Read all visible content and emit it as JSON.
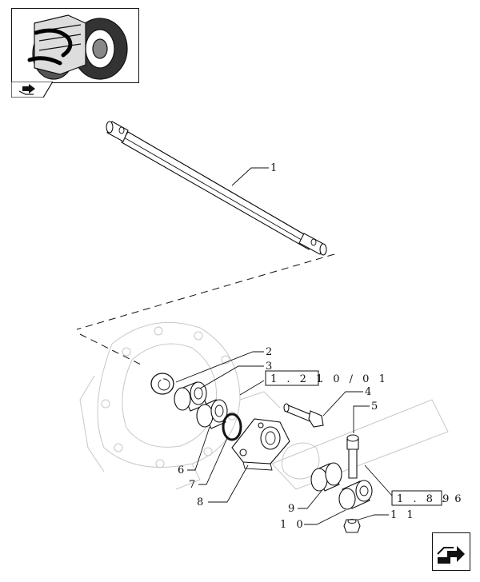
{
  "labels": {
    "l1": "1",
    "l2": "2",
    "l3": "3",
    "l4": "4",
    "l5": "5",
    "l6": "6",
    "l7": "7",
    "l8": "8",
    "l9": "9",
    "l10": "1 0",
    "l11": "1 1"
  },
  "refs": {
    "ref_a_box": "1 . 2 1",
    "ref_a_tail": ". 0 / 0 1",
    "ref_b_box": "1 . 8 9",
    "ref_b_tail": ". 6"
  },
  "icons": {
    "thumbnail": "tractor-thumbnail-icon",
    "prev": "prev-page-icon",
    "next": "next-page-icon"
  },
  "colors": {
    "ink": "#111111",
    "ghost": "#c8c8c8",
    "paper": "#ffffff"
  }
}
